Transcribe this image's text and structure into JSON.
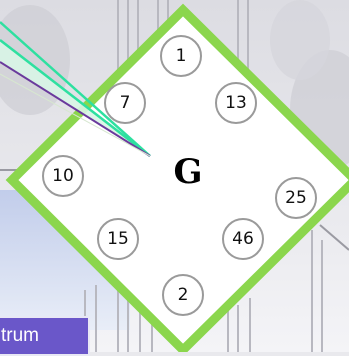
{
  "board": {
    "center_symbol": "G",
    "nodes": [
      "1",
      "7",
      "13",
      "10",
      "25",
      "15",
      "46",
      "2"
    ]
  },
  "tab": {
    "label": "trum"
  },
  "colors": {
    "board_border": "#8bd64d",
    "aim_line_green": "#2ee0a0",
    "aim_line_purple": "#6a3a9c",
    "tab_background": "#6a57c9"
  }
}
